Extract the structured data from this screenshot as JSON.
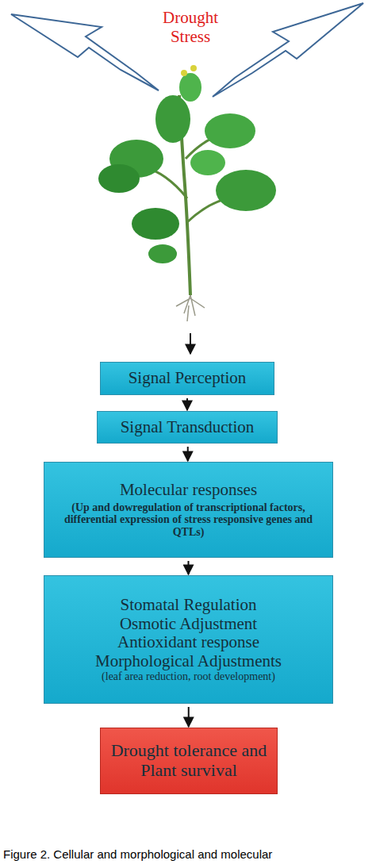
{
  "diagram": {
    "caption": "Figure 2. Cellular and morphological and molecular",
    "nodes": [
      {
        "text": [
          "Signal Perception"
        ]
      },
      {
        "text": [
          "Signal Transduction"
        ]
      },
      {
        "text": [
          "Molecular responses",
          "(Up and dowregulation of transcriptional factors, differential expression of stress responsive genes and QTLs)"
        ]
      },
      {
        "text": [
          "Stomatal Regulation",
          "Osmotic Adjustment",
          "Antioxidant response",
          "Morphological Adjustments",
          "(leaf area reduction, root development)"
        ]
      },
      {
        "text": [
          "Drought tolerance and Plant survival"
        ]
      }
    ],
    "edges": [
      {
        "from": 0,
        "to": 1,
        "arrow": "to"
      },
      {
        "from": 1,
        "to": 2,
        "arrow": "to"
      },
      {
        "from": 2,
        "to": 3,
        "arrow": "to"
      },
      {
        "from": 3,
        "to": 4,
        "arrow": "to"
      }
    ],
    "labels": [
      "Drought Stress"
    ]
  }
}
